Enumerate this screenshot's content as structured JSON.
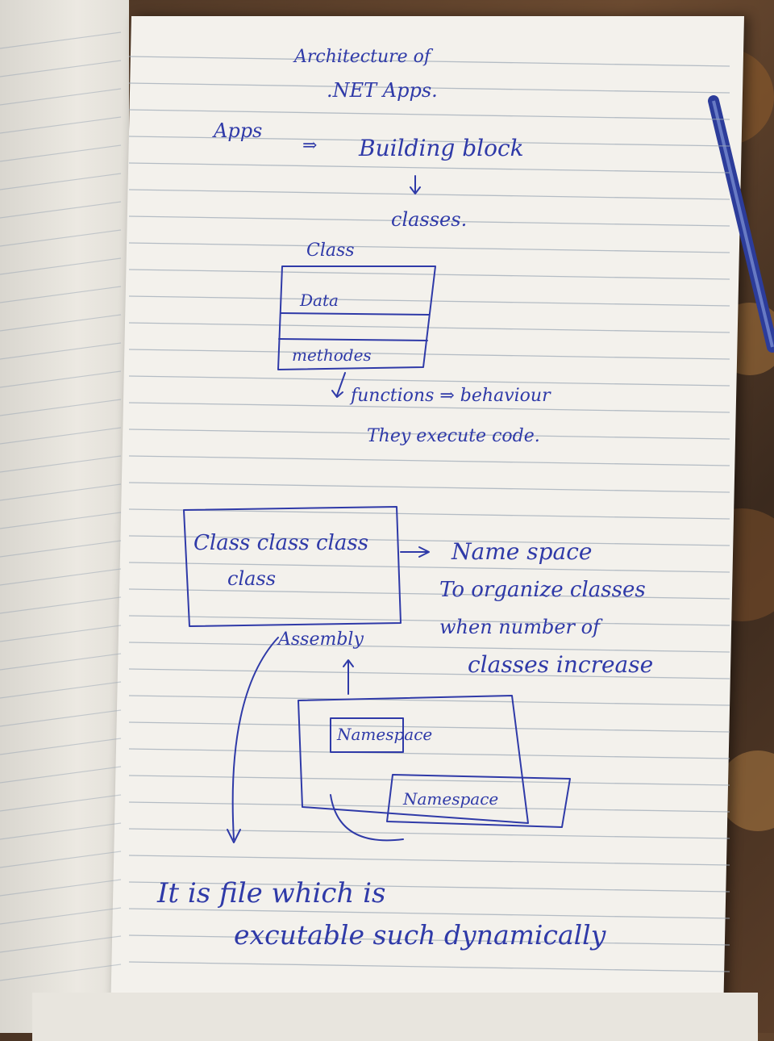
{
  "notes": {
    "title_line1": "Architecture of",
    "title_line2": ".NET Apps.",
    "apps_label": "Apps",
    "arrow": "⇒",
    "building_block": "Building block",
    "classes": "classes.",
    "class_box": {
      "title": "Class",
      "data": "Data",
      "methods": "methodes"
    },
    "functions_line": "functions ⇒ behaviour",
    "execute_line": "They execute code.",
    "namespace_box": {
      "line1": "Class class class",
      "line2": "class"
    },
    "namespace_label": "Name space",
    "namespace_desc1": "To organize classes",
    "namespace_desc2": "when number of",
    "namespace_desc3": "classes increase",
    "assembly_label": "Assembly",
    "inner_namespace_1": "Namespace",
    "inner_namespace_2": "Namespace",
    "footer_line1": "It is file which is",
    "footer_line2": "excutable such dynamically"
  },
  "colors": {
    "ink": "#2f3aa8",
    "paper": "#f3f1ec",
    "rule_line": "#9aa6b4",
    "table": "#4a3424"
  }
}
